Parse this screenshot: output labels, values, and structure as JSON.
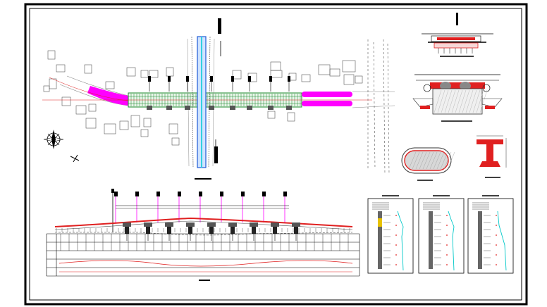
{
  "drawing": {
    "kind": "CAD bridge general arrangement sheet",
    "colors": {
      "frame": "#000000",
      "road_highlight": "#ff00ff",
      "deck_green": "#1e8a2e",
      "river_blue": "#1f5ad6",
      "river_cyan": "#32d0e0",
      "red_line": "#e02020",
      "cyan_line": "#00c8c8",
      "ink": "#333333",
      "gray": "#888888"
    },
    "plan": {
      "north_arrow": "north-arrow-icon",
      "title_bar": ""
    },
    "elevation": {
      "pier_count": 9,
      "profile_table_rows": 5,
      "title_bar": ""
    },
    "sections": {
      "top_section": "typical-deck-section",
      "mid_section": "pier-cap-section",
      "pile_cap": "elliptical-pile-cap",
      "girder": "i-girder-section"
    },
    "boreholes": {
      "count": 3
    }
  }
}
